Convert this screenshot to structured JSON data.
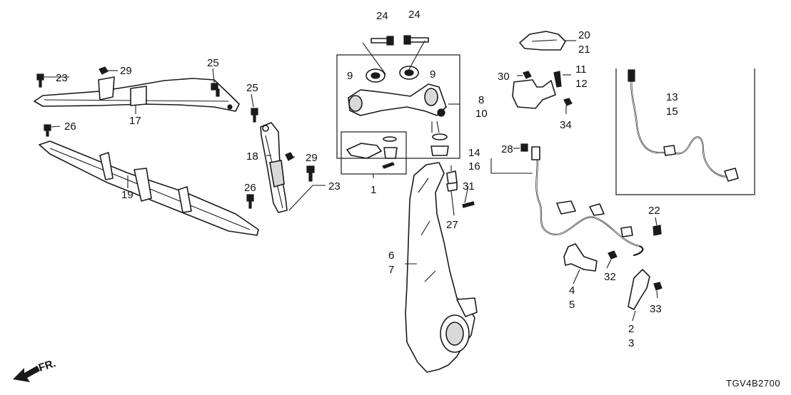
{
  "callouts": {
    "c1": "1",
    "c2": "2",
    "c3": "3",
    "c4": "4",
    "c5": "5",
    "c6": "6",
    "c7": "7",
    "c8": "8",
    "c9a": "9",
    "c9b": "9",
    "c10": "10",
    "c11": "11",
    "c12": "12",
    "c13": "13",
    "c14": "14",
    "c15": "15",
    "c16": "16",
    "c17": "17",
    "c18": "18",
    "c19": "19",
    "c20": "20",
    "c21": "21",
    "c22": "22",
    "c23a": "23",
    "c23b": "23",
    "c24a": "24",
    "c24b": "24",
    "c25a": "25",
    "c25b": "25",
    "c26a": "26",
    "c26b": "26",
    "c27": "27",
    "c28": "28",
    "c29a": "29",
    "c29b": "29",
    "c30": "30",
    "c31": "31",
    "c32": "32",
    "c33": "33",
    "c34": "34"
  },
  "direction_marker": "FR.",
  "diagram_code": "TGV4B2700"
}
